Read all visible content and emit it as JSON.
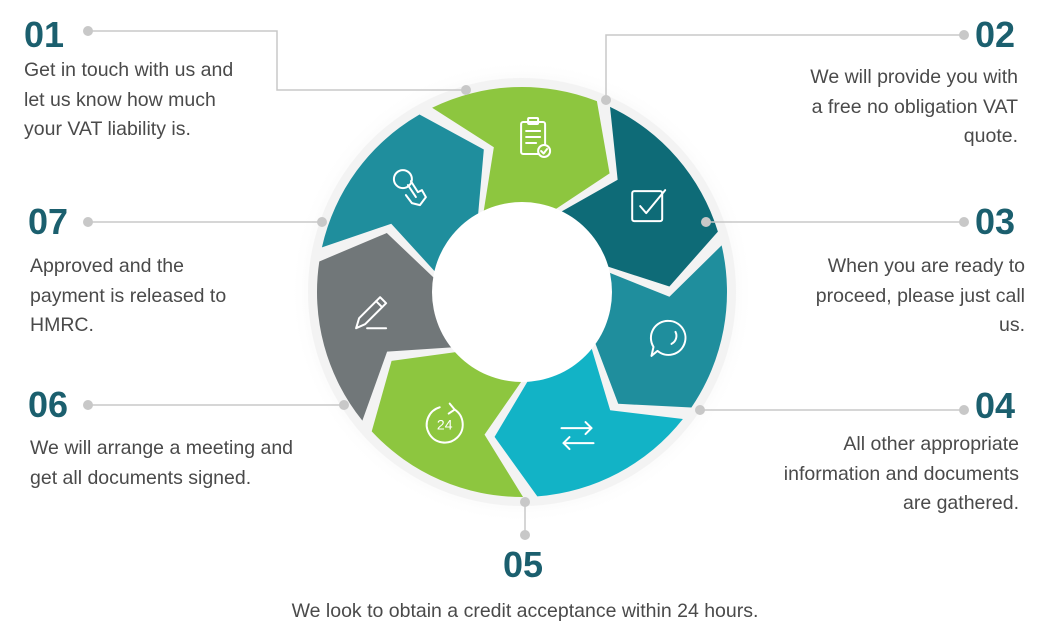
{
  "steps": [
    {
      "number": "01",
      "text_lines": [
        "Get in touch with us and",
        "let us know how much",
        "your VAT liability is."
      ],
      "icon": "clipboard-check-icon",
      "color": "#8dc63f"
    },
    {
      "number": "02",
      "text_lines": [
        "We will provide you with",
        "a free no obligation VAT",
        "quote."
      ],
      "icon": "checkbox-icon",
      "color": "#0e6b77"
    },
    {
      "number": "03",
      "text_lines": [
        "When you are ready to",
        "proceed, please just call",
        "us."
      ],
      "icon": "speech-bubble-icon",
      "color": "#1f8e9d"
    },
    {
      "number": "04",
      "text_lines": [
        "All other appropriate",
        "information and documents",
        "are gathered."
      ],
      "icon": "exchange-arrows-icon",
      "color": "#12b3c6"
    },
    {
      "number": "05",
      "text_lines": [
        "We look to obtain a credit acceptance within 24 hours."
      ],
      "icon": "clock-24-icon",
      "icon_label": "24",
      "color": "#8dc63f"
    },
    {
      "number": "06",
      "text_lines": [
        "We will arrange a meeting and",
        "get all documents signed."
      ],
      "icon": "pen-icon",
      "color": "#717779"
    },
    {
      "number": "07",
      "text_lines": [
        "Approved and the",
        "payment is released to",
        "HMRC."
      ],
      "icon": "hand-coin-icon",
      "color": "#1f8e9d"
    }
  ],
  "colors": {
    "number_text": "#1b5f6e",
    "body_text": "#4a4a4a",
    "connector": "#c8c8c8",
    "ring_shadow": "#dcdcdc"
  }
}
